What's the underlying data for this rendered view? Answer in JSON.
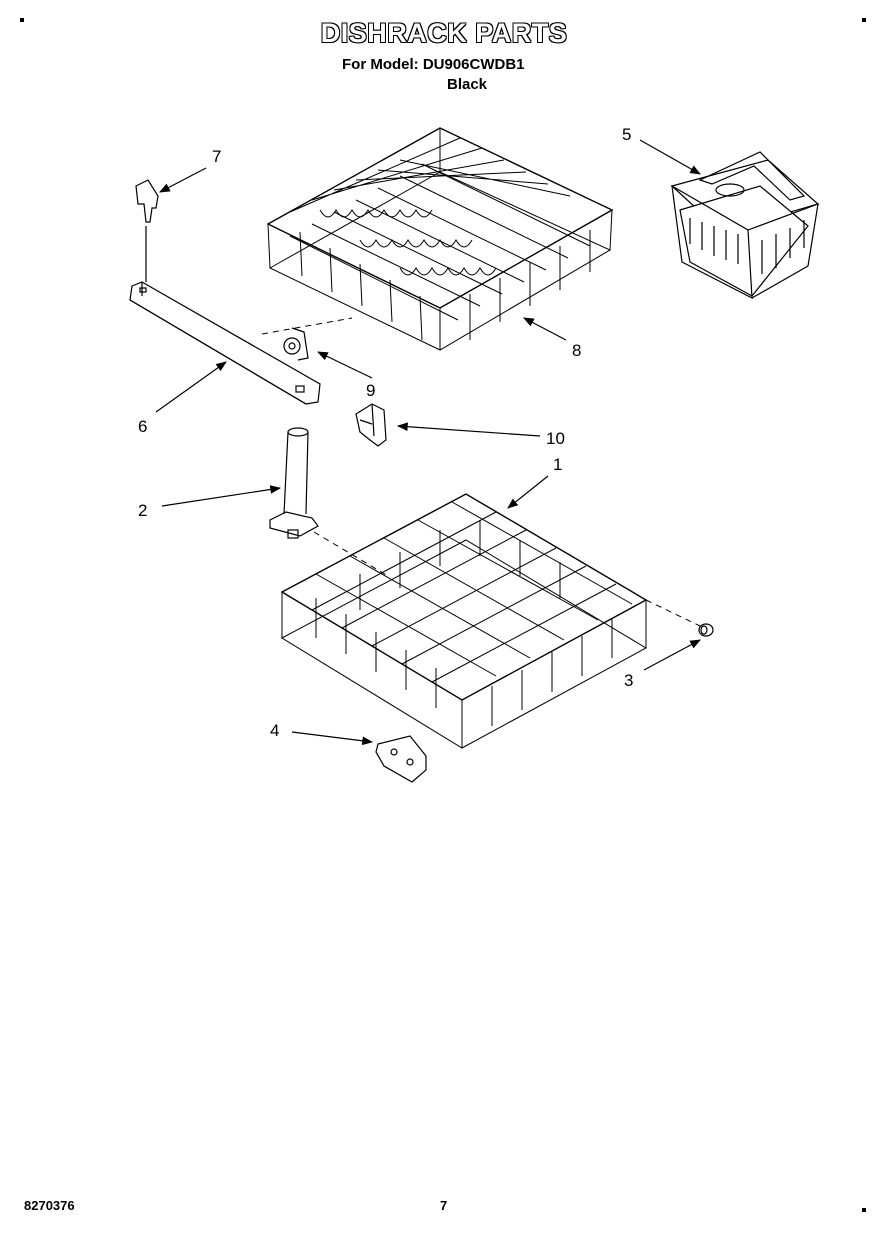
{
  "header": {
    "title": "DISHRACK PARTS",
    "model_line": "For Model: DU906CWDB1",
    "variant": "Black"
  },
  "callouts": [
    {
      "id": "c1",
      "label": "1"
    },
    {
      "id": "c2",
      "label": "2"
    },
    {
      "id": "c3",
      "label": "3"
    },
    {
      "id": "c4",
      "label": "4"
    },
    {
      "id": "c5",
      "label": "5"
    },
    {
      "id": "c6",
      "label": "6"
    },
    {
      "id": "c7",
      "label": "7"
    },
    {
      "id": "c8",
      "label": "8"
    },
    {
      "id": "c9",
      "label": "9"
    },
    {
      "id": "c10",
      "label": "10"
    }
  ],
  "footer": {
    "doc_id": "8270376",
    "page_number": "7"
  }
}
